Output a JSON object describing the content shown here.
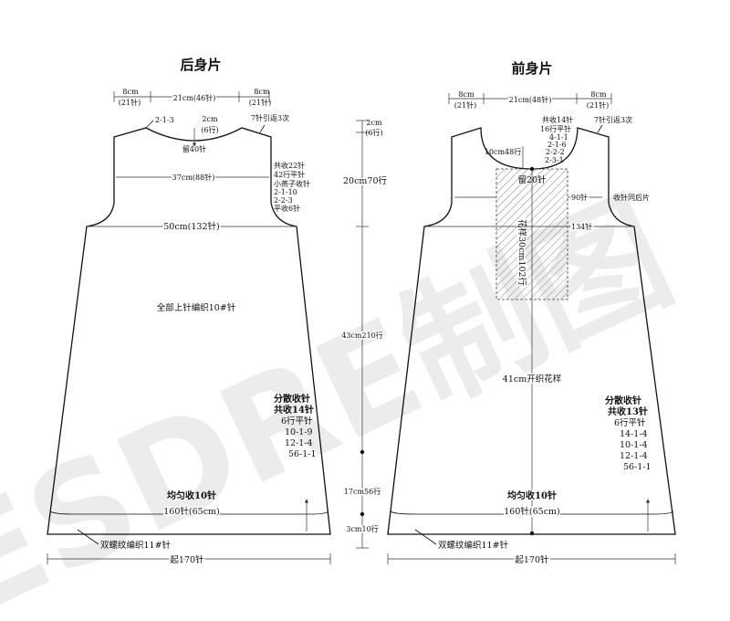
{
  "watermark": "ESDRE制图",
  "back": {
    "title": "后身片",
    "shoulder_left_1": "8cm",
    "shoulder_left_2": "(21针)",
    "neck_width": "21cm(46针)",
    "shoulder_right_1": "8cm",
    "shoulder_right_2": "(21针)",
    "neck_decrease": "2-1-3",
    "neck_depth_1": "2cm",
    "neck_depth_2": "(6行)",
    "shoulder_shaping": "7针引返3次",
    "neck_bind_off": "留40针",
    "chest_width": "37cm(88针)",
    "armhole_lines": [
      "共收22针",
      "42行平针",
      "小燕子收针",
      "2-1-10",
      "2-2-3",
      "平收6针"
    ],
    "hem_width": "50cm(132针)",
    "needle_note": "全部上针编织10#针",
    "side_lines": [
      "分散收针",
      "共收14针",
      "6行平针",
      "10-1-9",
      "12-1-4",
      "56-1-1"
    ],
    "even_decrease": "均匀收10针",
    "rib_count": "160针(65cm)",
    "rib_label": "双螺纹编织11#针",
    "cast_on": "起170针"
  },
  "middle": {
    "top_1": "2cm",
    "top_2": "(6行)",
    "armhole": "20cm70行",
    "body": "43cm210行",
    "waist": "17cm56行",
    "rib": "3cm10行"
  },
  "front": {
    "title": "前身片",
    "shoulder_left_1": "8cm",
    "shoulder_left_2": "(21针)",
    "neck_width": "21cm(48针)",
    "shoulder_right_1": "8cm",
    "shoulder_right_2": "(21针)",
    "neck_lines": [
      "共收14针",
      "16行平针",
      "4-1-1",
      "2-1-6",
      "2-2-2",
      "2-3-1"
    ],
    "shoulder_shaping": "7针引返3次",
    "neck_depth": "10cm48行",
    "neck_bind_off": "留20针",
    "pattern_label": "花样30cm102行",
    "right_90": "90针",
    "right_note": "收针同后片",
    "right_134": "134针",
    "pattern_start": "41cm开织花样",
    "side_lines": [
      "分散收针",
      "共收13针",
      "6行平针",
      "14-1-4",
      "10-1-4",
      "12-1-4",
      "56-1-1"
    ],
    "even_decrease": "均匀收10针",
    "rib_count": "160针(65cm)",
    "rib_label": "双螺纹编织11#针",
    "cast_on": "起170针"
  }
}
